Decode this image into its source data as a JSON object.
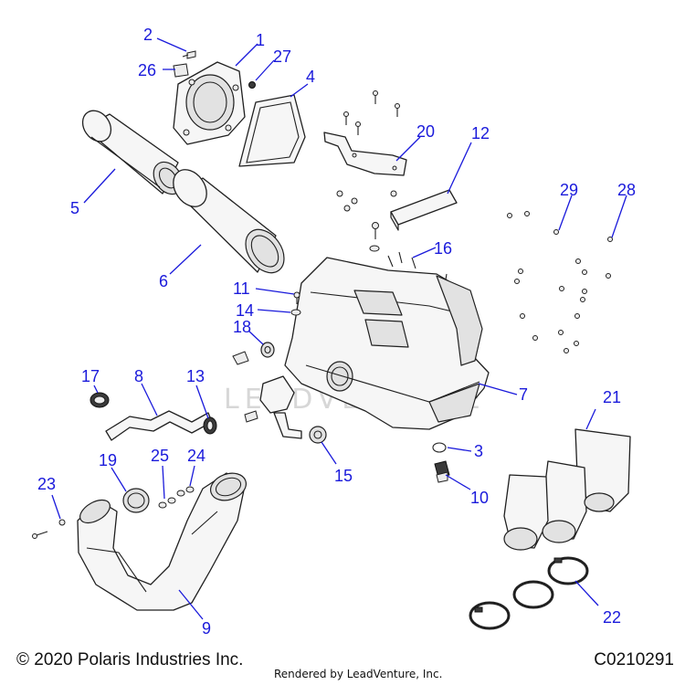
{
  "diagram": {
    "watermark_text": "LEADVENTURE",
    "callout_color": "#1a1adb",
    "callouts": [
      {
        "id": "1",
        "label": "1"
      },
      {
        "id": "2",
        "label": "2"
      },
      {
        "id": "3",
        "label": "3"
      },
      {
        "id": "4",
        "label": "4"
      },
      {
        "id": "5",
        "label": "5"
      },
      {
        "id": "6",
        "label": "6"
      },
      {
        "id": "7",
        "label": "7"
      },
      {
        "id": "8",
        "label": "8"
      },
      {
        "id": "9",
        "label": "9"
      },
      {
        "id": "10",
        "label": "10"
      },
      {
        "id": "11",
        "label": "11"
      },
      {
        "id": "12",
        "label": "12"
      },
      {
        "id": "13",
        "label": "13"
      },
      {
        "id": "14",
        "label": "14"
      },
      {
        "id": "15",
        "label": "15"
      },
      {
        "id": "16",
        "label": "16"
      },
      {
        "id": "17",
        "label": "17"
      },
      {
        "id": "18",
        "label": "18"
      },
      {
        "id": "19",
        "label": "19"
      },
      {
        "id": "20",
        "label": "20"
      },
      {
        "id": "21",
        "label": "21"
      },
      {
        "id": "22",
        "label": "22"
      },
      {
        "id": "23",
        "label": "23"
      },
      {
        "id": "24",
        "label": "24"
      },
      {
        "id": "25",
        "label": "25"
      },
      {
        "id": "26",
        "label": "26"
      },
      {
        "id": "27",
        "label": "27"
      },
      {
        "id": "28",
        "label": "28"
      },
      {
        "id": "29",
        "label": "29"
      }
    ]
  },
  "footer": {
    "copyright": "© 2020 Polaris Industries Inc.",
    "drawing_id": "C0210291",
    "rendered_by": "Rendered by LeadVenture, Inc."
  }
}
